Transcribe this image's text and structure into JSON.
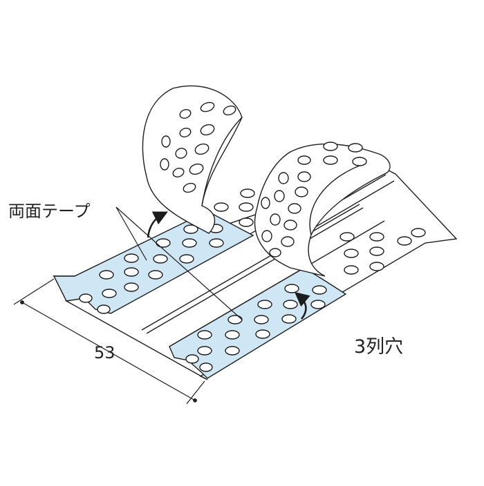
{
  "labels": {
    "tape": "両面テープ",
    "dimension": "53",
    "holes": "3列穴"
  },
  "colors": {
    "tape": "#cfe6f4",
    "metal": "#ffffff",
    "line": "#1c1c1c"
  }
}
